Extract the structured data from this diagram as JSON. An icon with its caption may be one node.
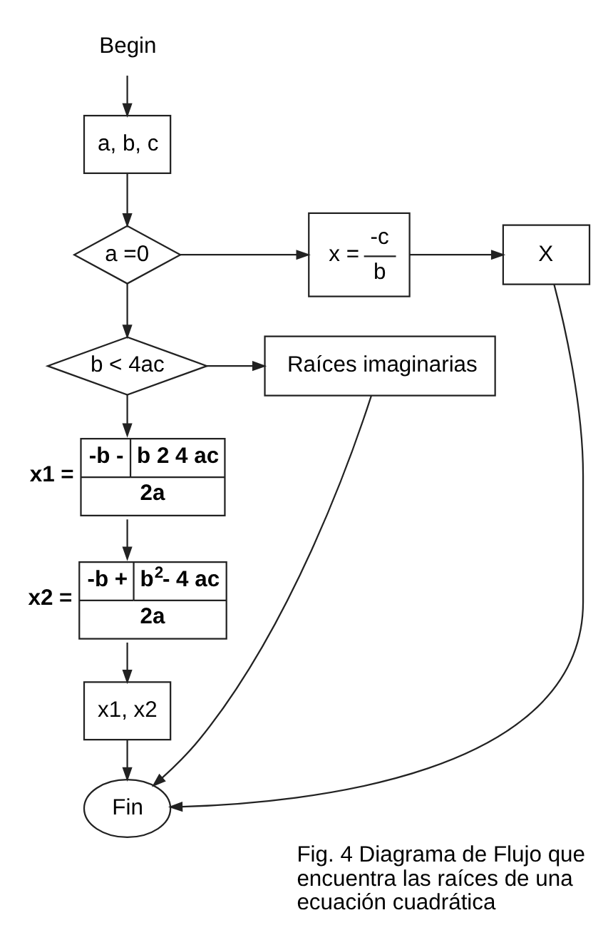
{
  "diagram": {
    "caption": "Fig. 4 Diagrama de Flujo que encuentra las raíces de una ecuación cuadrática",
    "nodes": [
      {
        "text": [
          "Begin"
        ]
      },
      {
        "text": [
          "a, b, c"
        ]
      },
      {
        "text": [
          "a =0"
        ]
      },
      {
        "text": [
          "x =",
          "-c",
          "b"
        ]
      },
      {
        "text": [
          "X"
        ]
      },
      {
        "text": [
          "b < 4ac"
        ]
      },
      {
        "text": [
          "Raíces imaginarias"
        ]
      },
      {
        "text": [
          "-b -",
          "b 2 4 ac",
          "2a"
        ],
        "beside": [
          "x1 ="
        ]
      },
      {
        "text": [
          "-b +",
          "b$^{2}$- 4 ac",
          "2a"
        ],
        "beside": [
          "x2 ="
        ]
      },
      {
        "text": [
          "x1, x2"
        ]
      },
      {
        "text": [
          "Fin"
        ]
      }
    ],
    "edges": [
      {
        "from": 0,
        "to": 1,
        "arrow": "to"
      },
      {
        "from": 1,
        "to": 2,
        "arrow": "to"
      },
      {
        "from": 2,
        "to": 3,
        "arrow": "to"
      },
      {
        "from": 3,
        "to": 4,
        "arrow": "to"
      },
      {
        "from": 2,
        "to": 5,
        "arrow": "to"
      },
      {
        "from": 5,
        "to": 6,
        "arrow": "to"
      },
      {
        "from": 5,
        "to": 7,
        "arrow": "to"
      },
      {
        "from": 7,
        "to": 8,
        "arrow": "to"
      },
      {
        "from": 8,
        "to": 9,
        "arrow": "to"
      },
      {
        "from": 9,
        "to": 10,
        "arrow": "to"
      },
      {
        "from": 4,
        "to": 10,
        "arrow": "to"
      },
      {
        "from": 6,
        "to": 10,
        "arrow": "to"
      }
    ]
  }
}
